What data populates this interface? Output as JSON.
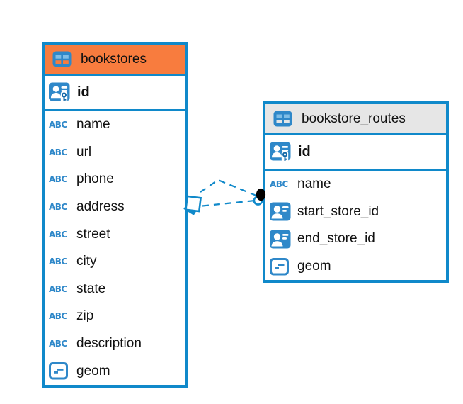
{
  "canvas": {
    "background": "#ffffff"
  },
  "colors": {
    "accent_blue": "#1089ca",
    "icon_blue": "#2f88c9",
    "icon_light_blue": "#7fbde6",
    "bookstores_header": "#f87c3e",
    "routes_header": "#e6e6e6",
    "text": "#111111",
    "relationship_dot": "#000000"
  },
  "icons": {
    "text_type_glyph": "ABC"
  },
  "tables": [
    {
      "title": "bookstores",
      "header_style": "orange",
      "primary_key": "id",
      "columns": [
        {
          "name": "name",
          "type": "text"
        },
        {
          "name": "url",
          "type": "text"
        },
        {
          "name": "phone",
          "type": "text"
        },
        {
          "name": "address",
          "type": "text"
        },
        {
          "name": "street",
          "type": "text"
        },
        {
          "name": "city",
          "type": "text"
        },
        {
          "name": "state",
          "type": "text"
        },
        {
          "name": "zip",
          "type": "text"
        },
        {
          "name": "description",
          "type": "text"
        },
        {
          "name": "geom",
          "type": "geometry"
        }
      ]
    },
    {
      "title": "bookstore_routes",
      "header_style": "gray",
      "primary_key": "id",
      "columns": [
        {
          "name": "name",
          "type": "text"
        },
        {
          "name": "start_store_id",
          "type": "foreign-key"
        },
        {
          "name": "end_store_id",
          "type": "foreign-key"
        },
        {
          "name": "geom",
          "type": "geometry"
        }
      ]
    }
  ],
  "relationship": {
    "between": "bookstores and bookstore_routes",
    "line_style": "dashed",
    "line_count": 2
  }
}
